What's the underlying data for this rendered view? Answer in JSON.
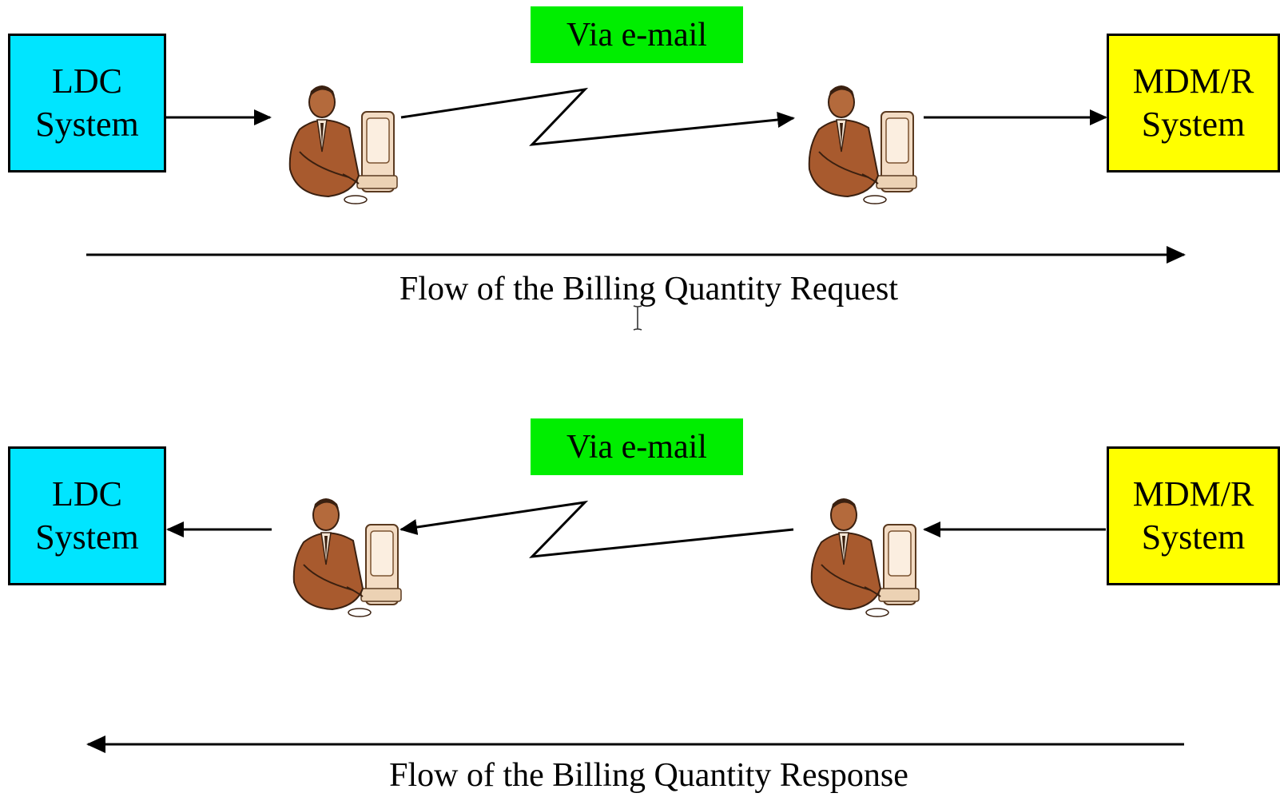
{
  "request": {
    "source_box": {
      "line1": "LDC",
      "line2": "System",
      "color": "#00e5ff"
    },
    "target_box": {
      "line1": "MDM/R",
      "line2": "System",
      "color": "#ffff00"
    },
    "channel_label": "Via e-mail",
    "channel_color": "#00ee00",
    "caption": "Flow of the Billing Quantity Request"
  },
  "response": {
    "target_box": {
      "line1": "LDC",
      "line2": "System",
      "color": "#00e5ff"
    },
    "source_box": {
      "line1": "MDM/R",
      "line2": "System",
      "color": "#ffff00"
    },
    "channel_label": "Via e-mail",
    "channel_color": "#00ee00",
    "caption": "Flow of the Billing Quantity Response"
  },
  "icons": [
    "person-at-computer-icon",
    "text-cursor-icon"
  ]
}
